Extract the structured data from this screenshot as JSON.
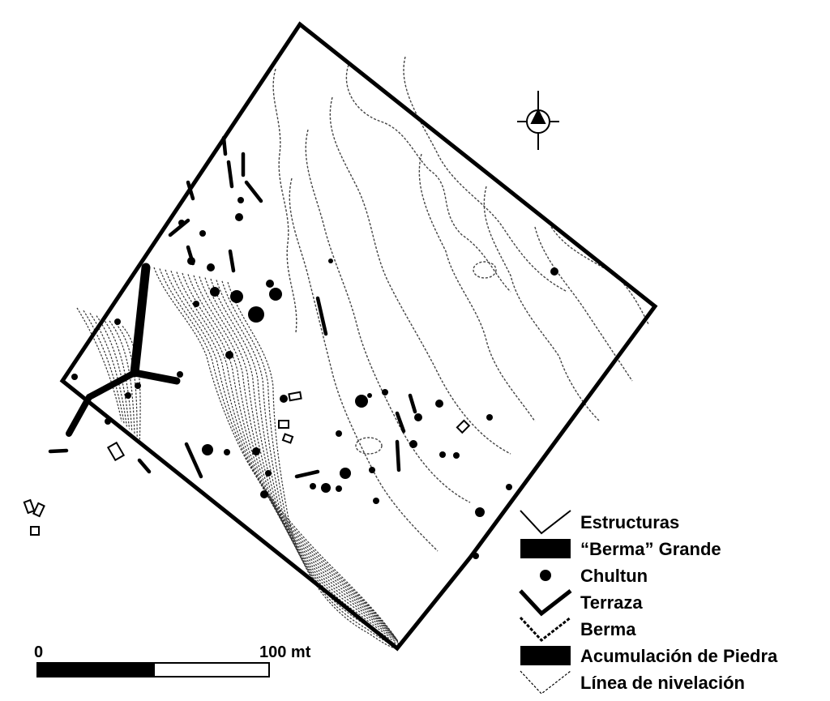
{
  "legend": {
    "items": [
      {
        "label": "Estructuras",
        "symbol": "outline-zigzag"
      },
      {
        "label": "“Berma” Grande",
        "symbol": "filled-block"
      },
      {
        "label": "Chultun",
        "symbol": "dot"
      },
      {
        "label": "Terraza",
        "symbol": "thick-zigzag"
      },
      {
        "label": "Berma",
        "symbol": "hatched-zigzag"
      },
      {
        "label": "Acumulación de Piedra",
        "symbol": "filled-block"
      },
      {
        "label": "Línea de nivelación",
        "symbol": "thin-zigzag"
      }
    ]
  },
  "scale_bar": {
    "start_label": "0",
    "end_label": "100 mt"
  },
  "north_arrow": {
    "icon": "north-arrow-icon"
  },
  "colors": {
    "ink": "#000000",
    "paper": "#ffffff",
    "contour": "#444444"
  }
}
